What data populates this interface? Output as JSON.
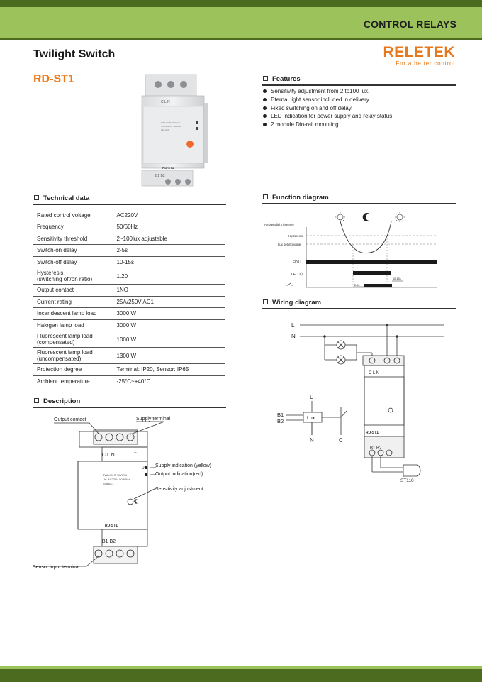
{
  "header": {
    "category": "CONTROL RELAYS",
    "title": "Twilight Switch",
    "model": "RD-ST1",
    "logo": "RELETEK",
    "slogan": "For a better control"
  },
  "sections": {
    "features": "Features",
    "technical": "Technical data",
    "function": "Function diagram",
    "wiring": "Wiring diagram",
    "description": "Description"
  },
  "features": [
    "Sensitivity adjustment from 2 to100 lux.",
    "Eternal light sensor included in delivery.",
    "Fixed  switching on and off  delay.",
    "LED indication for power supply and relay status.",
    "2 module Din-rail mounting."
  ],
  "technical_data": [
    {
      "key": "Rated control voltage",
      "value": "AC220V"
    },
    {
      "key": "Frequency",
      "value": "50/60Hz"
    },
    {
      "key": "Sensitivity threshold",
      "value": "2~100lux adjustable"
    },
    {
      "key": "Switch-on  delay",
      "value": "2-5s"
    },
    {
      "key": "Switch-off  delay",
      "value": "10-15s"
    },
    {
      "key": "Hysteresis",
      "key2": "(switching off/on ratio)",
      "value": "1.20"
    },
    {
      "key": "Output contact",
      "value": "1NO"
    },
    {
      "key": "Current rating",
      "value": "25A/250V AC1"
    },
    {
      "key": "Incandescent lamp load",
      "value": "3000 W"
    },
    {
      "key": "Halogen lamp load",
      "value": "3000 W"
    },
    {
      "key": "Fluorescent lamp load",
      "key2": "(compensated)",
      "value": "1000 W"
    },
    {
      "key": "Fluorescent lamp load",
      "key2": "(uncompensated)",
      "value": "1300 W"
    },
    {
      "key": "Protection degree",
      "value": "Terminal: IP20, Sensor: IP65"
    },
    {
      "key": "Ambient temperature",
      "value": "-25°C~+40°C"
    }
  ],
  "function_diagram": {
    "ambient": "Ambient light intensity",
    "hysteresis": "Hysteresis",
    "lux_value": "Lux setting value",
    "led_u": "LED U",
    "led_relay": "LED",
    "t_on": "2-5s",
    "t_off": "10-15s"
  },
  "wiring": {
    "L": "L",
    "N": "N",
    "terminals": "C    L    N",
    "b_terms": "B1  B2",
    "model": "RD-ST1",
    "sensor_l": "L",
    "sensor_b1": "B1",
    "sensor_b2": "B2",
    "lux": "Lux",
    "sensor_n": "N",
    "sensor_c": "C",
    "sensor_model": "ST110"
  },
  "description": {
    "output_contact": "Output contact",
    "supply_terminal": "Supply terminal",
    "supply_indication": "Supply indication (yellow)",
    "output_indication": "Output indication(red)",
    "sensitivity": "Sensitivity adjustment",
    "sensor_input": "Sensor input terminal",
    "device_terms": "C       L     N",
    "device_b": "B1  B2",
    "device_model": "RD-ST1",
    "device_name": "TWILIGHT SWITCH",
    "device_rating": "Un: AC220V 50/60Hz",
    "device_current": "25A AC1",
    "led_u_mark": "U",
    "lux_mark": "Lux"
  },
  "photo": {
    "terms": "C       L      N",
    "name": "TWILIGHT SWITCH",
    "rating": "Un: AC220V 50/60Hz",
    "current": "25A AC1",
    "model": "RD-ST1",
    "b_terms": "B1  B2"
  },
  "colors": {
    "band_light": "#9cc25b",
    "band_dark": "#4d6b1e",
    "brand_orange": "#e7781b"
  }
}
